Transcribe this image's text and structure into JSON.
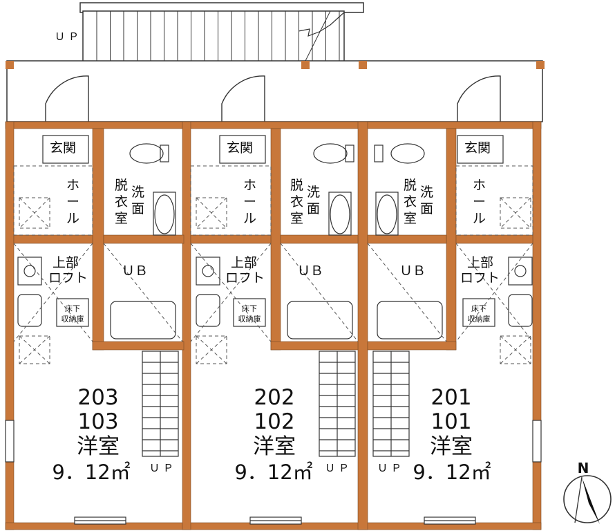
{
  "stairs_top": {
    "up_label": "ＵＰ"
  },
  "units": [
    {
      "id": "a",
      "room_numbers": [
        "203",
        "103"
      ],
      "room_type": "洋室",
      "area": "9．12㎡",
      "entrance": "玄関",
      "hall": "ホール",
      "washroom": "脱衣室 洗面",
      "bath": "ＵＢ",
      "loft": [
        "上部",
        "ロフト"
      ],
      "storage": [
        "床下",
        "収納庫"
      ],
      "stair_up": "ＵＰ"
    },
    {
      "id": "b",
      "room_numbers": [
        "202",
        "102"
      ],
      "room_type": "洋室",
      "area": "9．12㎡",
      "entrance": "玄関",
      "hall": "ホール",
      "washroom": "脱衣室 洗面",
      "bath": "ＵＢ",
      "loft": [
        "上部",
        "ロフト"
      ],
      "storage": [
        "床下",
        "収納庫"
      ],
      "stair_up": "ＵＰ"
    },
    {
      "id": "c",
      "room_numbers": [
        "201",
        "101"
      ],
      "room_type": "洋室",
      "area": "9．12㎡",
      "entrance": "玄関",
      "hall": "ホール",
      "washroom": "脱衣室 洗面",
      "bath": "ＵＢ",
      "loft": [
        "上部",
        "ロフト"
      ],
      "storage": [
        "床下",
        "収納庫"
      ],
      "stair_up": "ＵＰ"
    }
  ],
  "compass": {
    "north_label": "N"
  },
  "colors": {
    "wall": "#c8773a",
    "line": "#333333",
    "dash": "#555555"
  }
}
